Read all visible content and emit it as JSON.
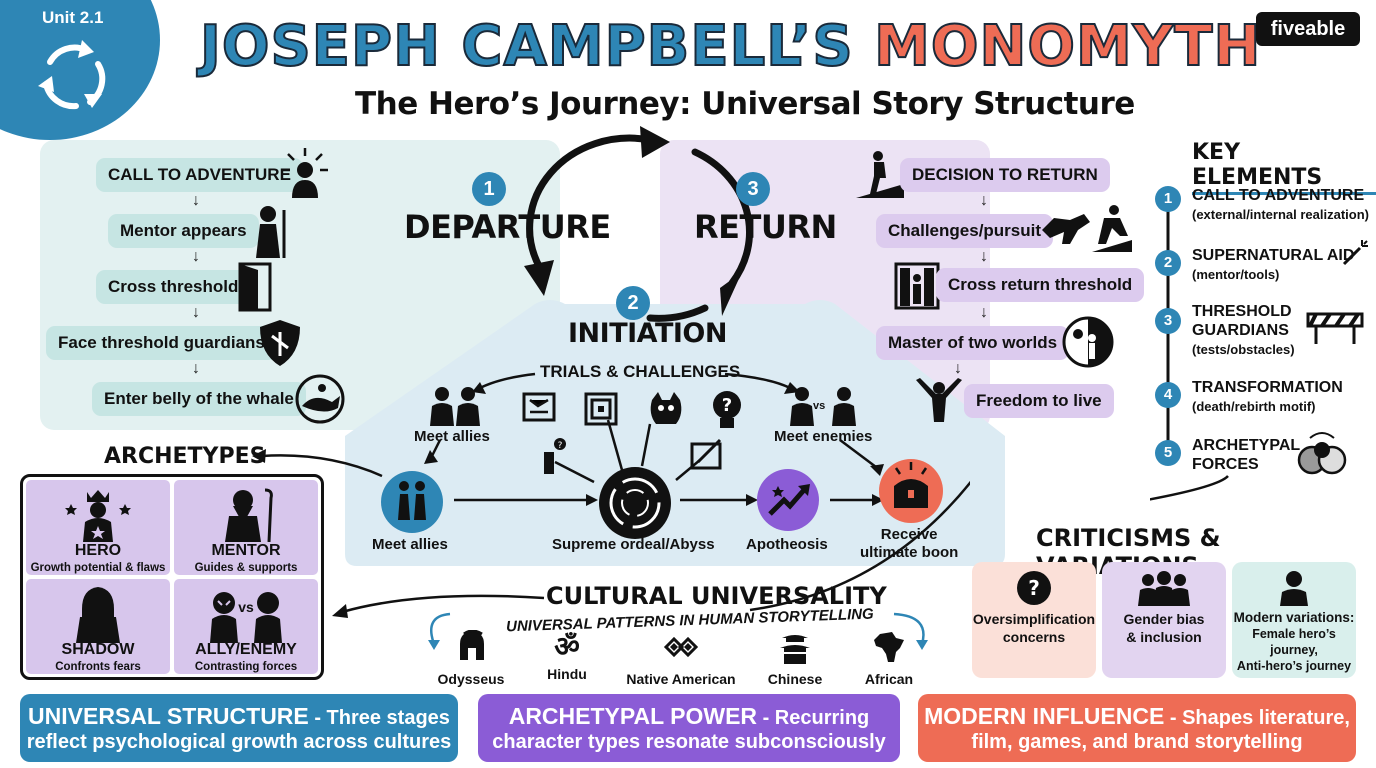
{
  "badge": {
    "label": "Unit 2.1",
    "icon": "cycle-arrows-icon"
  },
  "title": {
    "part1": "JOSEPH CAMPBELL’S",
    "part2": "MONOMYTH"
  },
  "subtitle": "The Hero’s Journey: Universal Story Structure",
  "logo": "fiveable",
  "colors": {
    "blue": "#2e86b5",
    "coral": "#ee6c55",
    "teal_zone": "#e3f1f1",
    "purple_zone": "#ece3f4",
    "initiation_zone": "#dcebf3",
    "archetype_cell": "#d7c6ec"
  },
  "stages": {
    "departure": {
      "num": "1",
      "label": "DEPARTURE"
    },
    "initiation": {
      "num": "2",
      "label": "INITIATION"
    },
    "return": {
      "num": "3",
      "label": "RETURN"
    }
  },
  "departure_steps": [
    "CALL TO ADVENTURE",
    "Mentor appears",
    "Cross threshold",
    "Face threshold guardians",
    "Enter belly of the whale"
  ],
  "return_steps": [
    "DECISION TO RETURN",
    "Challenges/pursuit",
    "Cross return threshold",
    "Master of two worlds",
    "Freedom to live"
  ],
  "initiation": {
    "trials": "TRIALS & CHALLENGES",
    "meet_allies_top": "Meet allies",
    "meet_enemies": "Meet enemies",
    "vs": "vs",
    "meet_allies": "Meet allies",
    "ordeal": "Supreme ordeal/Abyss",
    "apotheosis": "Apotheosis",
    "boon_line1": "Receive",
    "boon_line2": "ultimate boon"
  },
  "archetypes": {
    "title": "ARCHETYPES",
    "items": [
      {
        "name": "HERO",
        "desc": "Growth potential & flaws",
        "icon": "hero-crown-icon"
      },
      {
        "name": "MENTOR",
        "desc": "Guides & supports",
        "icon": "mentor-wizard-icon"
      },
      {
        "name": "SHADOW",
        "desc": "Confronts fears",
        "icon": "shadow-hood-icon"
      },
      {
        "name": "ALLY/ENEMY",
        "desc": "Contrasting forces",
        "icon": "ally-enemy-icon",
        "vs": "vs"
      }
    ]
  },
  "key_elements": {
    "title": "KEY ELEMENTS",
    "items": [
      {
        "num": "1",
        "label": "CALL TO ADVENTURE",
        "sub": "(external/internal realization)"
      },
      {
        "num": "2",
        "label": "SUPERNATURAL AID",
        "sub": "(mentor/tools)"
      },
      {
        "num": "3",
        "label": "THRESHOLD GUARDIANS",
        "sub": "(tests/obstacles)"
      },
      {
        "num": "4",
        "label": "TRANSFORMATION",
        "sub": "(death/rebirth motif)"
      },
      {
        "num": "5",
        "label": "ARCHETYPAL FORCES",
        "sub": ""
      }
    ]
  },
  "criticisms": {
    "title": "CRITICISMS & VARIATIONS",
    "items": [
      {
        "text1": "Oversimplification",
        "text2": "concerns",
        "color": "#fbe0d8"
      },
      {
        "text1": "Gender bias",
        "text2": "& inclusion",
        "color": "#e2d4f0"
      },
      {
        "text1": "Modern variations:",
        "text2": "Female hero’s journey,",
        "text3": "Anti-hero’s journey",
        "color": "#d9efec"
      }
    ]
  },
  "cultural": {
    "title": "CULTURAL UNIVERSALITY",
    "subtitle": "UNIVERSAL PATTERNS IN HUMAN STORYTELLING",
    "items": [
      "Odysseus",
      "Hindu",
      "Native American",
      "Chinese",
      "African"
    ],
    "om": "ॐ"
  },
  "banners": [
    {
      "head": "UNIVERSAL STRUCTURE",
      "tail": " - Three stages",
      "line2": "reflect psychological growth across cultures",
      "color": "#2e86b5"
    },
    {
      "head": "ARCHETYPAL POWER",
      "tail": " - Recurring",
      "line2": "character types resonate subconsciously",
      "color": "#8b5cd6"
    },
    {
      "head": "MODERN INFLUENCE",
      "tail": " - Shapes literature,",
      "line2": "film, games, and brand storytelling",
      "color": "#ee6c55"
    }
  ]
}
